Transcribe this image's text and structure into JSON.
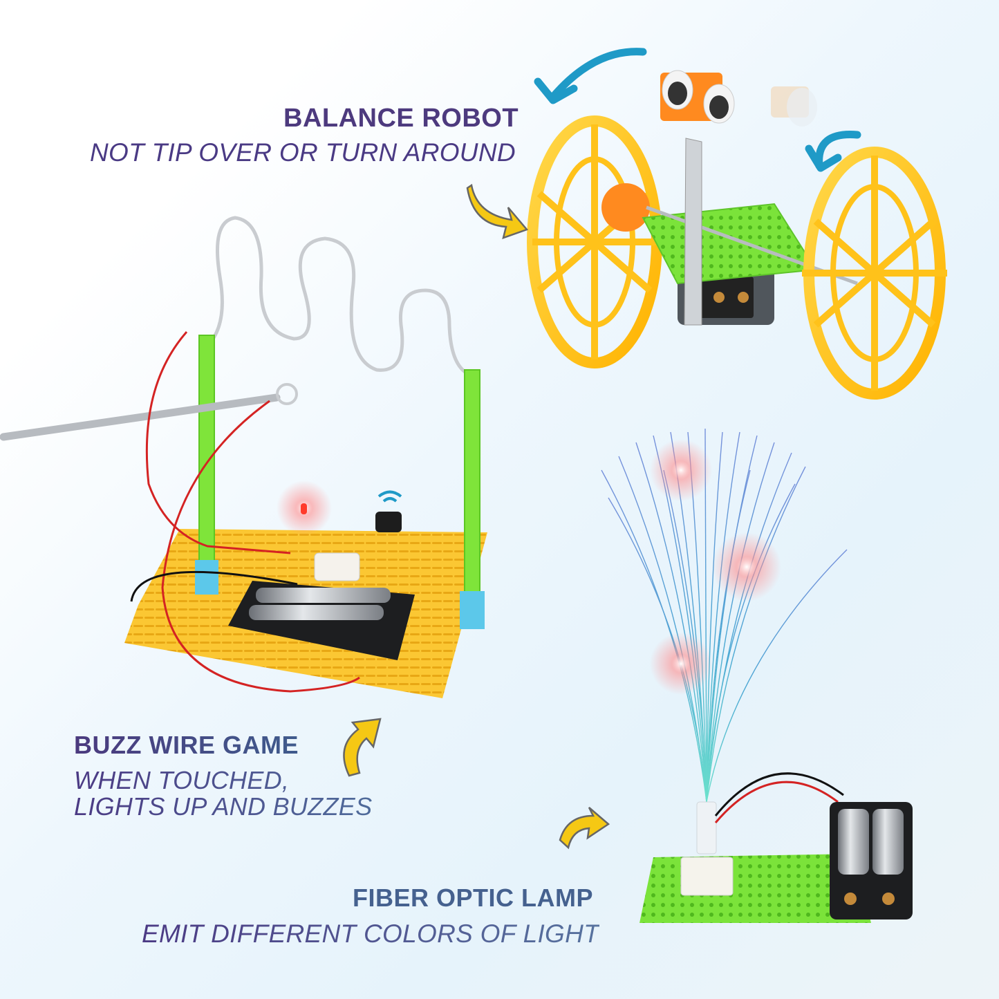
{
  "products": [
    {
      "id": "balance-robot",
      "title": "BALANCE ROBOT",
      "subtitle": "NOT TIP OVER OR TURN AROUND"
    },
    {
      "id": "buzz-wire-game",
      "title": "BUZZ WIRE GAME",
      "subtitle": "WHEN TOUCHED,\nLIGHTS UP AND BUZZES"
    },
    {
      "id": "fiber-optic-lamp",
      "title": "FIBER OPTIC LAMP",
      "subtitle": "EMIT DIFFERENT COLORS OF LIGHT"
    }
  ],
  "colors": {
    "title_purple": "#4d3a7e",
    "title_blue": "#45618f",
    "arrow_yellow": "#f5c814",
    "rotation_arrow_blue": "#1f9ac7",
    "board_green": "#7be33a",
    "board_yellow": "#fbc733",
    "wheel_yellow": "#ffc21a"
  },
  "icons": {
    "pointer_arrows": "curved-yellow-arrow",
    "rotation_arrows": "curved-blue-arrow",
    "buzzer_signal": "sound-wave-icon"
  }
}
